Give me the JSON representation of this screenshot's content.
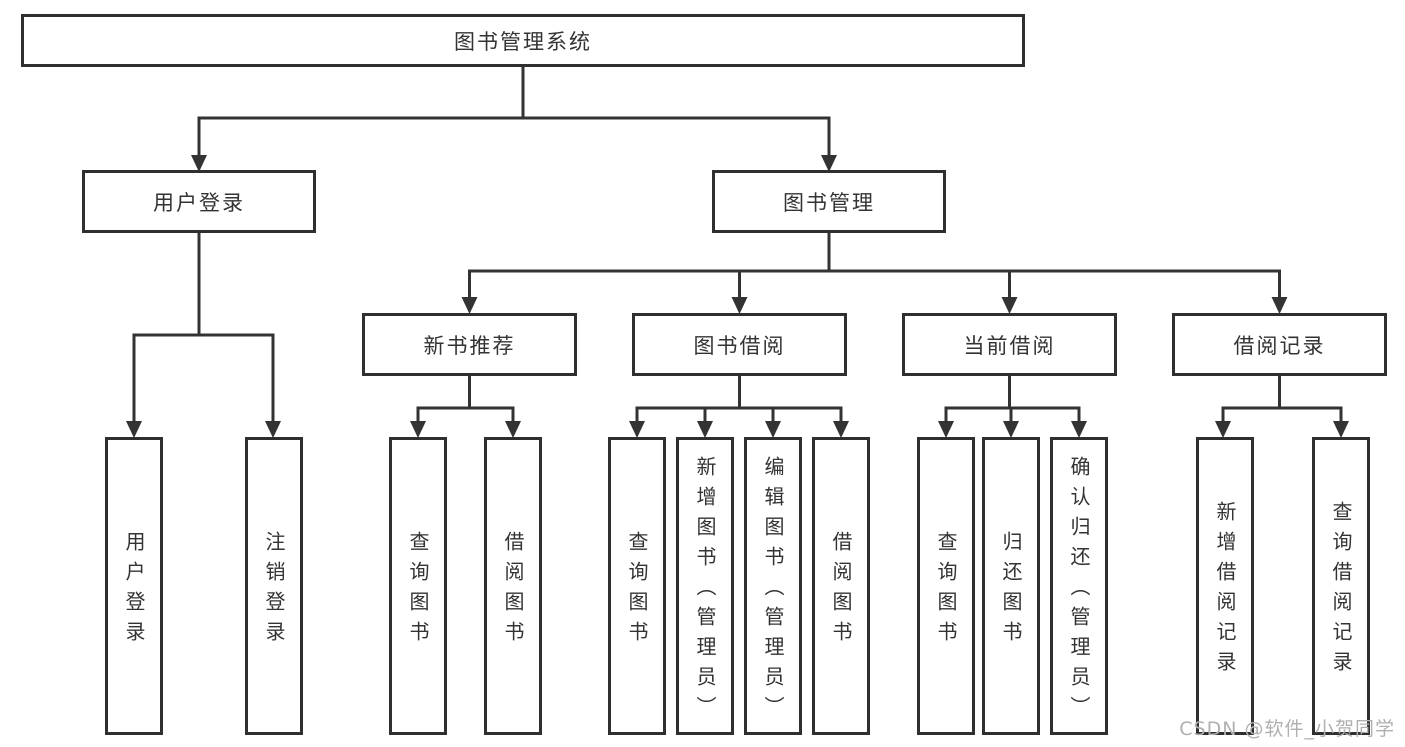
{
  "diagram": {
    "root": {
      "label": "图书管理系统"
    },
    "branches": [
      {
        "label": "用户登录",
        "children": [
          {
            "label": "用户登录"
          },
          {
            "label": "注销登录"
          }
        ]
      },
      {
        "label": "图书管理",
        "groups": [
          {
            "label": "新书推荐",
            "children": [
              {
                "label": "查询图书"
              },
              {
                "label": "借阅图书"
              }
            ]
          },
          {
            "label": "图书借阅",
            "children": [
              {
                "label": "查询图书"
              },
              {
                "label": "新增图书（管理员）"
              },
              {
                "label": "编辑图书（管理员）"
              },
              {
                "label": "借阅图书"
              }
            ]
          },
          {
            "label": "当前借阅",
            "children": [
              {
                "label": "查询图书"
              },
              {
                "label": "归还图书"
              },
              {
                "label": "确认归还（管理员）"
              }
            ]
          },
          {
            "label": "借阅记录",
            "children": [
              {
                "label": "新增借阅记录"
              },
              {
                "label": "查询借阅记录"
              }
            ]
          }
        ]
      }
    ],
    "watermark": "CSDN @软件_小贺同学",
    "colors": {
      "line": "#333333",
      "box_border": "#2f2f2f",
      "text": "#333333",
      "watermark": "#b0b0b0",
      "background": "#ffffff"
    }
  }
}
